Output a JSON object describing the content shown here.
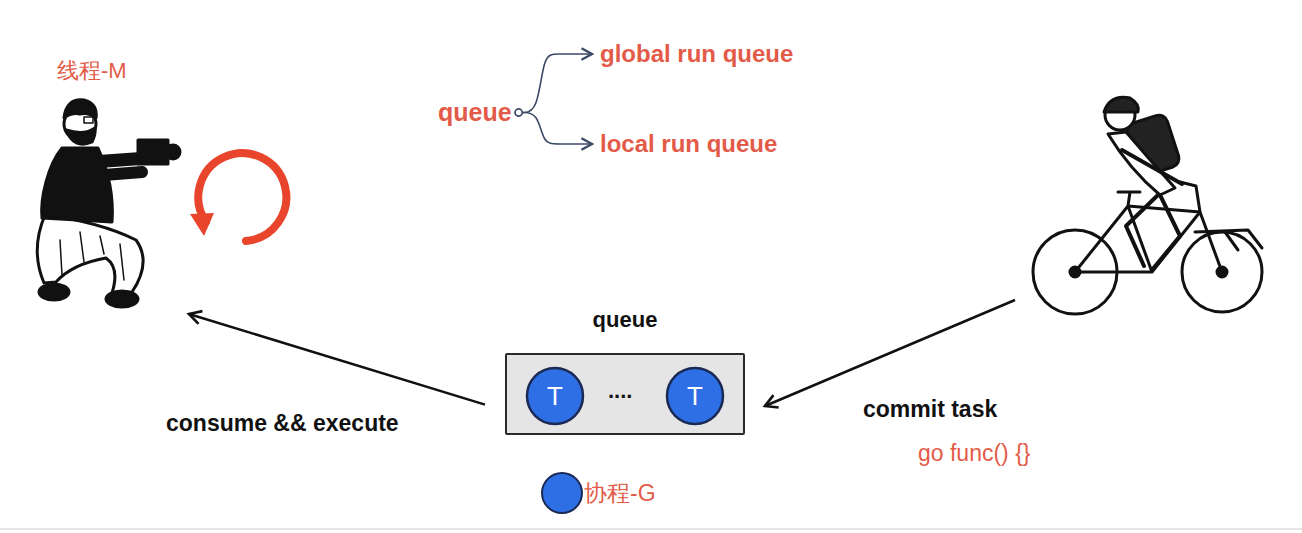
{
  "diagram": {
    "nodes": [
      {
        "text": [
          "线程-M"
        ]
      },
      {
        "text": [
          "queue"
        ]
      },
      {
        "text": [
          "global run queue"
        ]
      },
      {
        "text": [
          "local run queue"
        ]
      },
      {
        "text": [
          "queue"
        ]
      },
      {
        "text": [
          "T"
        ],
        "in": 4
      },
      {
        "text": [
          "T"
        ],
        "in": 4
      }
    ],
    "edges": [
      {
        "from": 1,
        "to": 2,
        "arrow": "to"
      },
      {
        "from": 1,
        "to": 3,
        "arrow": "to"
      },
      {
        "from": 4,
        "to": 0,
        "label": "consume && execute",
        "arrow": "to"
      }
    ],
    "labels": [
      "....",
      "commit task",
      "go func() {}"
    ],
    "legend": [
      {
        "text": "协程-G",
        "color": "#2f6fe6"
      }
    ]
  }
}
